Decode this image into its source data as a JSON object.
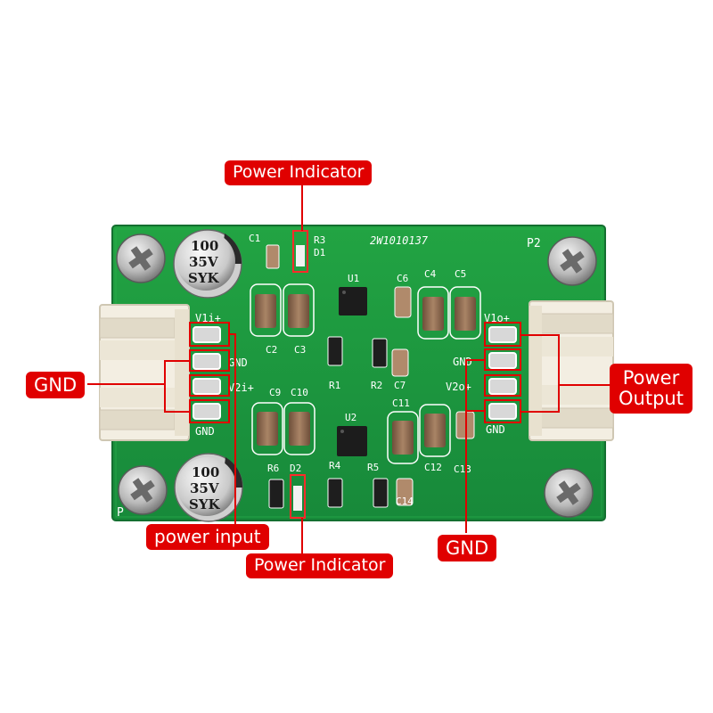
{
  "callouts": {
    "power_indicator_top": "Power Indicator",
    "gnd_left": "GND",
    "power_output": "Power\nOutput",
    "power_input": "power input",
    "power_indicator_bottom": "Power Indicator",
    "gnd_bottom": "GND"
  },
  "board": {
    "serial": "2W1010137",
    "port_label_right": "P2",
    "port_label_left_bottom": "P",
    "left_pins": [
      "V1i+",
      "GND",
      "V2i+",
      "GND"
    ],
    "right_pins": [
      "V1o+",
      "GND",
      "V2o+",
      "GND"
    ],
    "capacitor_top": [
      "100",
      "35V",
      "SYK"
    ],
    "capacitor_bottom": [
      "100",
      "35V",
      "SYK"
    ],
    "designators": {
      "c1": "C1",
      "r3": "R3",
      "d1": "D1",
      "u1": "U1",
      "c6": "C6",
      "c4": "C4",
      "c5": "C5",
      "c2": "C2",
      "c3": "C3",
      "r1": "R1",
      "r2": "R2",
      "c7": "C7",
      "c9": "C9",
      "c10": "C10",
      "c11": "C11",
      "u2": "U2",
      "r6": "R6",
      "d2": "D2",
      "r4": "R4",
      "r5": "R5",
      "c12": "C12",
      "c13": "C13",
      "c14": "C14"
    }
  },
  "colors": {
    "pcb": "#1f9a3c",
    "callout": "#e00000",
    "connector": "#f3eee2"
  }
}
